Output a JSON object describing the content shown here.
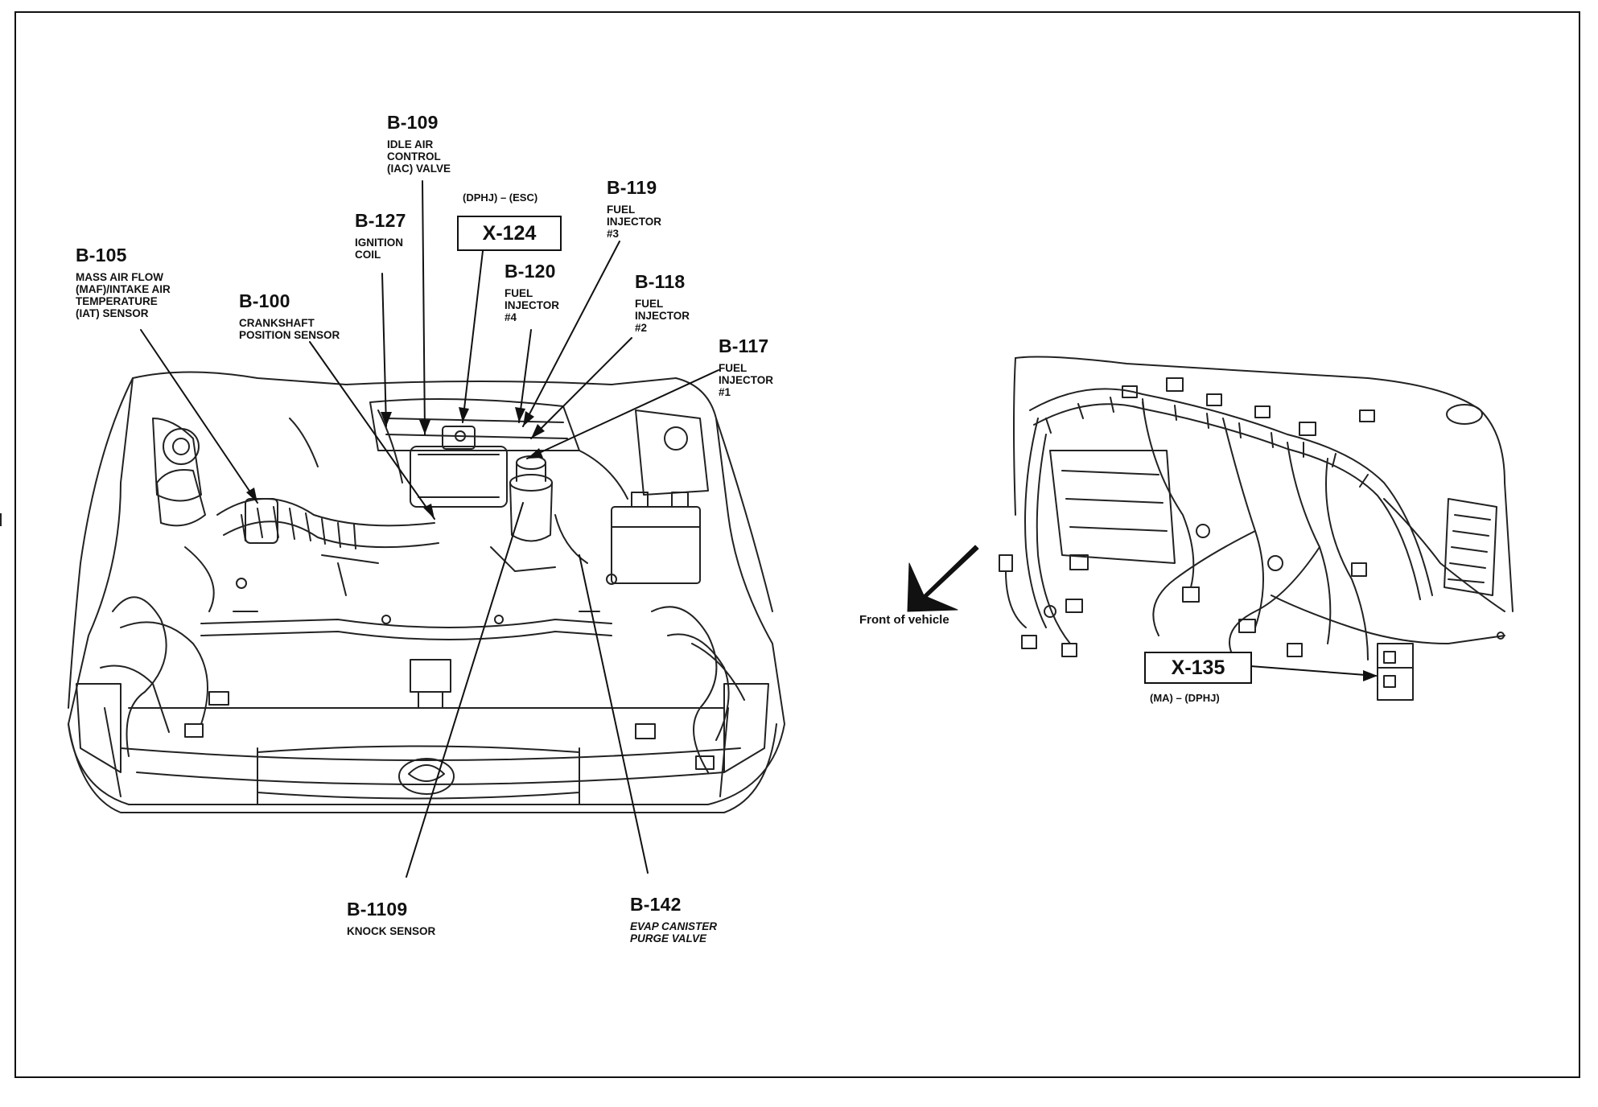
{
  "labels": {
    "b109": {
      "code": "B-109",
      "desc": "IDLE AIR\nCONTROL\n(IAC) VALVE"
    },
    "b127": {
      "code": "B-127",
      "desc": "IGNITION\nCOIL"
    },
    "b105": {
      "code": "B-105",
      "desc": "MASS AIR FLOW\n(MAF)/INTAKE AIR\nTEMPERATURE\n(IAT) SENSOR"
    },
    "b100": {
      "code": "B-100",
      "desc": "CRANKSHAFT\nPOSITION SENSOR"
    },
    "b119": {
      "code": "B-119",
      "desc": "FUEL\nINJECTOR\n#3"
    },
    "b120": {
      "code": "B-120",
      "desc": "FUEL\nINJECTOR\n#4"
    },
    "b118": {
      "code": "B-118",
      "desc": "FUEL\nINJECTOR\n#2"
    },
    "b117": {
      "code": "B-117",
      "desc": "FUEL\nINJECTOR\n#1"
    },
    "b1109": {
      "code": "B-1109",
      "desc": "KNOCK SENSOR"
    },
    "b142": {
      "code": "B-142",
      "desc": "EVAP CANISTER\nPURGE VALVE"
    }
  },
  "connectors": {
    "x124": {
      "code": "X-124",
      "variant": "(DPHJ) – (ESC)"
    },
    "x135": {
      "code": "X-135",
      "variant": "(MA) – (DPHJ)"
    }
  },
  "front_of_vehicle": "Front of vehicle"
}
